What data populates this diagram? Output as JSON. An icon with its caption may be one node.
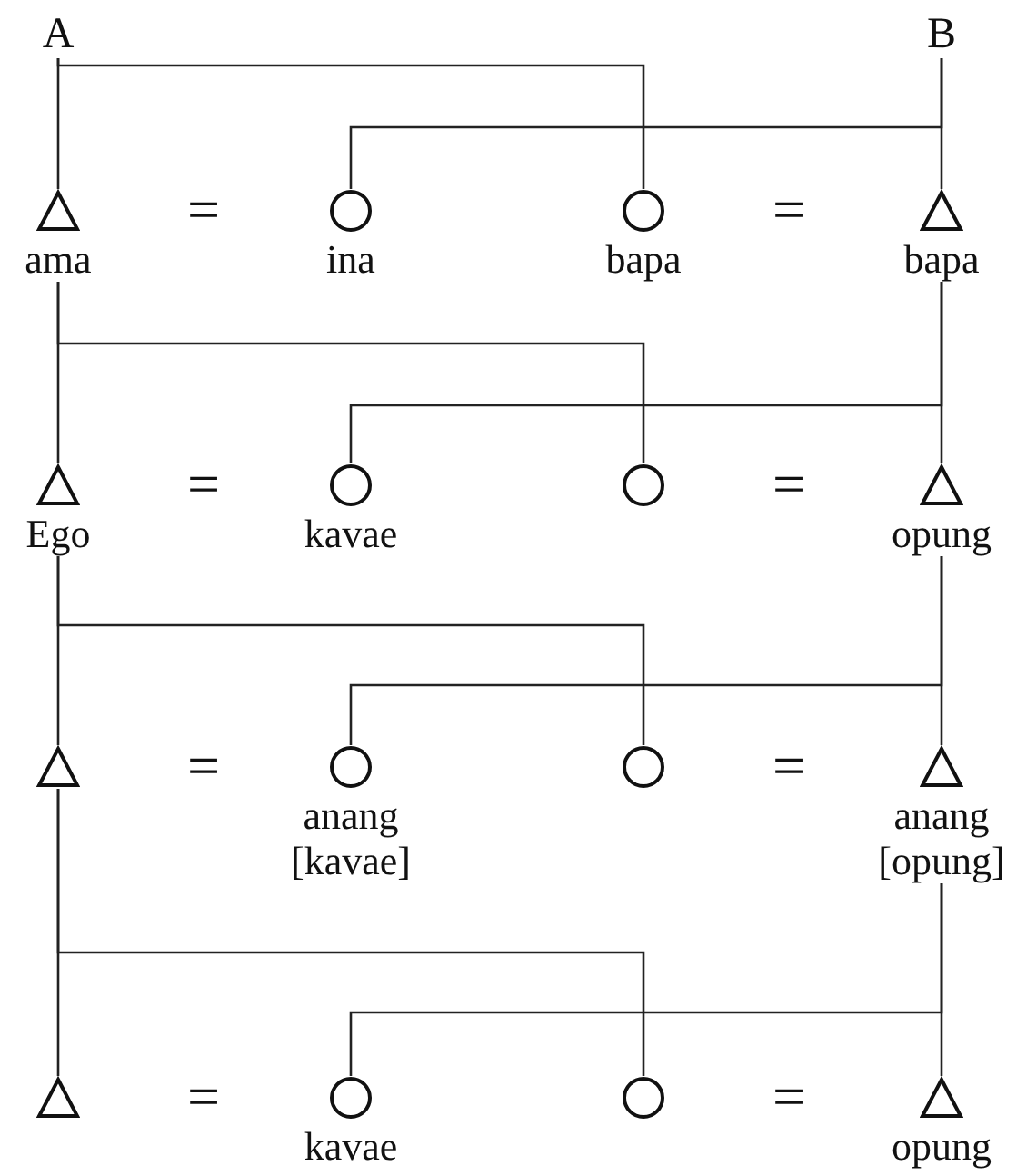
{
  "diagram": {
    "nodes": [
      {
        "text": [
          "A"
        ]
      },
      {
        "text": [
          "B"
        ]
      },
      {
        "text": [
          "ama"
        ]
      },
      {
        "text": [
          "ina"
        ]
      },
      {
        "text": [
          "bapa"
        ]
      },
      {
        "text": [
          "bapa"
        ]
      },
      {
        "text": [
          "Ego"
        ]
      },
      {
        "text": [
          "kavae"
        ]
      },
      {
        "text": [],
        "shape": "circle"
      },
      {
        "text": [
          "opung"
        ]
      },
      {
        "text": [],
        "shape": "triangle"
      },
      {
        "text": [
          "anang [kavae]"
        ]
      },
      {
        "text": [],
        "shape": "circle"
      },
      {
        "text": [
          "anang [opung]"
        ]
      },
      {
        "text": [],
        "shape": "triangle"
      },
      {
        "text": [
          "kavae"
        ]
      },
      {
        "text": [],
        "shape": "circle"
      },
      {
        "text": [
          "opung"
        ]
      }
    ],
    "edges": [
      {
        "from": 0,
        "to": 2,
        "arrow": "none"
      },
      {
        "from": 0,
        "to": 4,
        "arrow": "none"
      },
      {
        "from": 1,
        "to": 5,
        "arrow": "none"
      },
      {
        "from": 1,
        "to": 3,
        "arrow": "none"
      },
      {
        "from": 2,
        "to": 6,
        "arrow": "none"
      },
      {
        "from": 2,
        "to": 8,
        "arrow": "none"
      },
      {
        "from": 5,
        "to": 9,
        "arrow": "none"
      },
      {
        "from": 5,
        "to": 7,
        "arrow": "none"
      },
      {
        "from": 6,
        "to": 10,
        "arrow": "none"
      },
      {
        "from": 6,
        "to": 12,
        "arrow": "none"
      },
      {
        "from": 9,
        "to": 13,
        "arrow": "none"
      },
      {
        "from": 9,
        "to": 11,
        "arrow": "none"
      },
      {
        "from": 10,
        "to": 14,
        "arrow": "none"
      },
      {
        "from": 10,
        "to": 16,
        "arrow": "none"
      },
      {
        "from": 13,
        "to": 17,
        "arrow": "none"
      },
      {
        "from": 13,
        "to": 15,
        "arrow": "none"
      }
    ],
    "labels": [
      "=",
      "=",
      "=",
      "=",
      "=",
      "=",
      "=",
      "="
    ]
  }
}
